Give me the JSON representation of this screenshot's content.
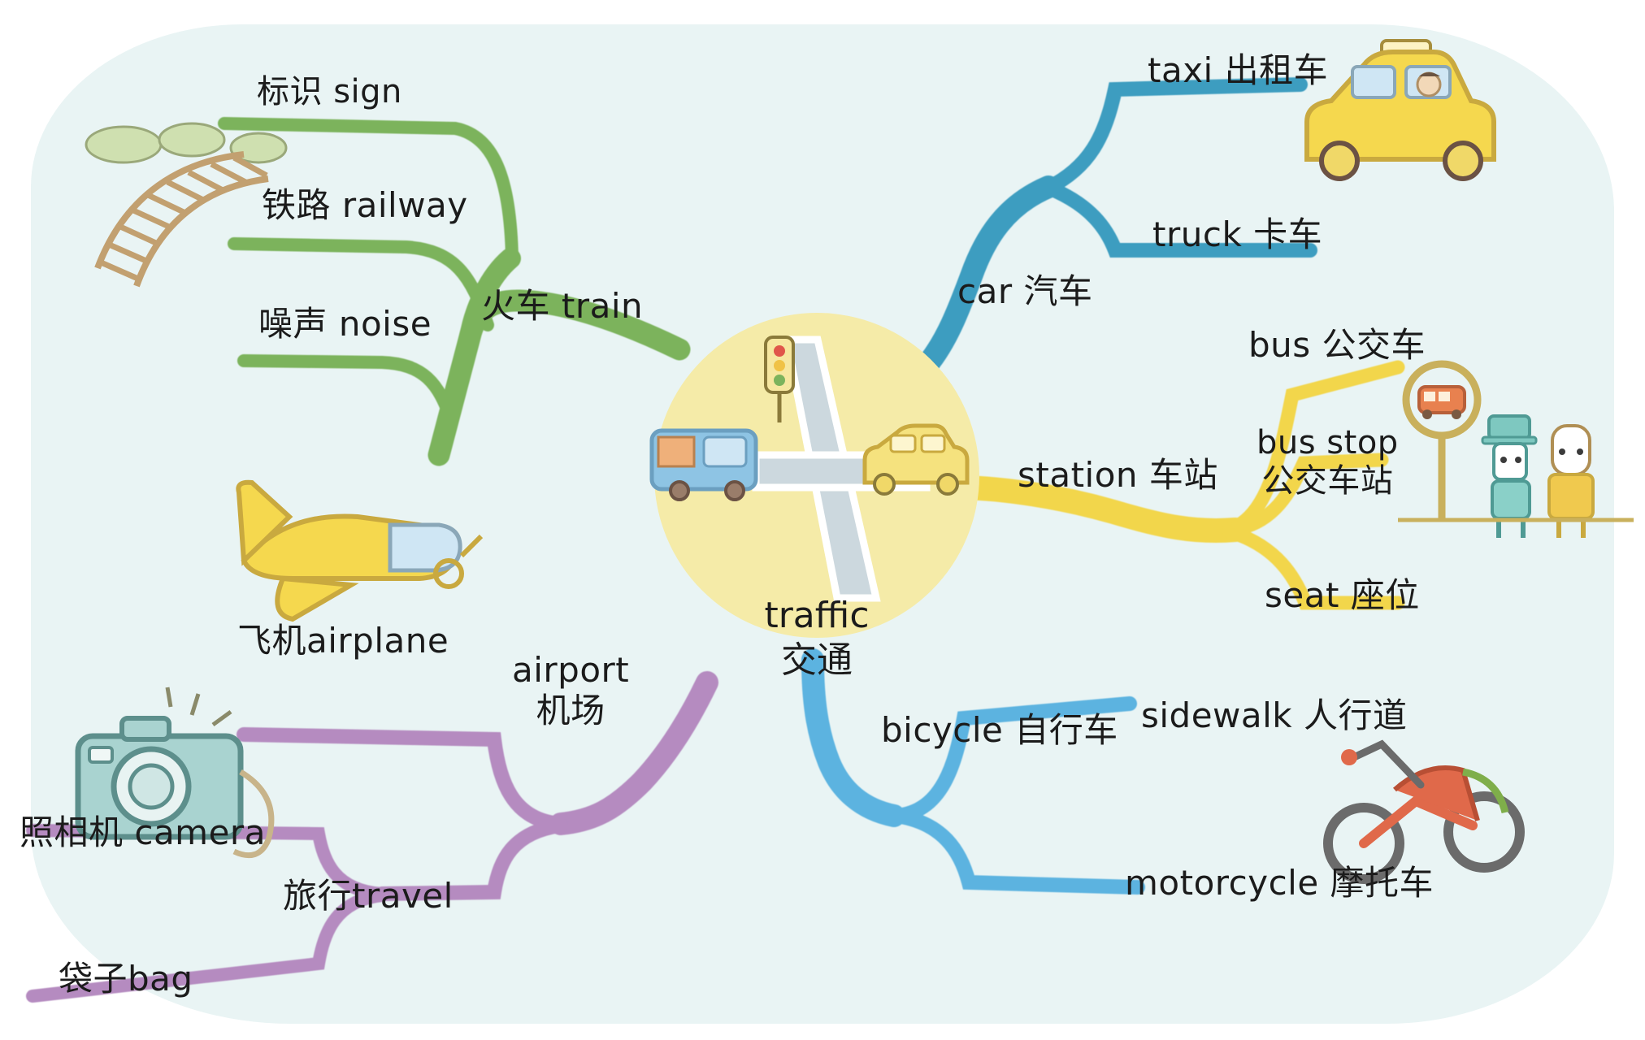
{
  "title": "traffic mind map",
  "center": {
    "label": "traffic\n交通",
    "english": "traffic",
    "chinese": "交通",
    "circle_color": "#f5ebA8",
    "illustration": "traffic-scene-icon"
  },
  "background_color": "#e9f4f4",
  "branches": [
    {
      "id": "train",
      "label": "火车 train",
      "color": "#7cb35c",
      "position": "upper-left",
      "children": [
        {
          "id": "sign",
          "label": "标识 sign"
        },
        {
          "id": "railway",
          "label": "铁路 railway"
        },
        {
          "id": "noise",
          "label": "噪声 noise"
        }
      ],
      "illustrations": [
        "railway-track-icon"
      ]
    },
    {
      "id": "car",
      "label": "car 汽车",
      "color": "#3d9dc0",
      "position": "upper-right",
      "children": [
        {
          "id": "taxi",
          "label": "taxi 出租车"
        },
        {
          "id": "truck",
          "label": "truck 卡车"
        }
      ],
      "illustrations": [
        "taxi-cab-icon"
      ]
    },
    {
      "id": "station",
      "label": "station 车站",
      "color": "#f2d64b",
      "position": "right",
      "children": [
        {
          "id": "bus",
          "label": "bus 公交车"
        },
        {
          "id": "busstop",
          "label": "bus stop\n公交车站"
        },
        {
          "id": "seat",
          "label": "seat 座位"
        }
      ],
      "illustrations": [
        "bus-stop-sign-icon",
        "two-people-icon"
      ]
    },
    {
      "id": "bicycle",
      "label": "bicycle 自行车",
      "color": "#5cb3e0",
      "position": "lower-right",
      "children": [
        {
          "id": "sidewalk",
          "label": "sidewalk 人行道"
        },
        {
          "id": "motorcycle",
          "label": "motorcycle 摩托车"
        }
      ],
      "illustrations": [
        "motorcycle-icon"
      ]
    },
    {
      "id": "airport",
      "label": "airport\n机场",
      "color": "#b58bc0",
      "position": "lower-left",
      "children": [
        {
          "id": "airplane",
          "label": "飞机airplane"
        },
        {
          "id": "travel",
          "label": "旅行travel",
          "children": [
            {
              "id": "camera",
              "label": "照相机 camera"
            },
            {
              "id": "bag",
              "label": "袋子bag"
            }
          ]
        }
      ],
      "illustrations": [
        "airplane-icon",
        "camera-icon"
      ]
    }
  ]
}
